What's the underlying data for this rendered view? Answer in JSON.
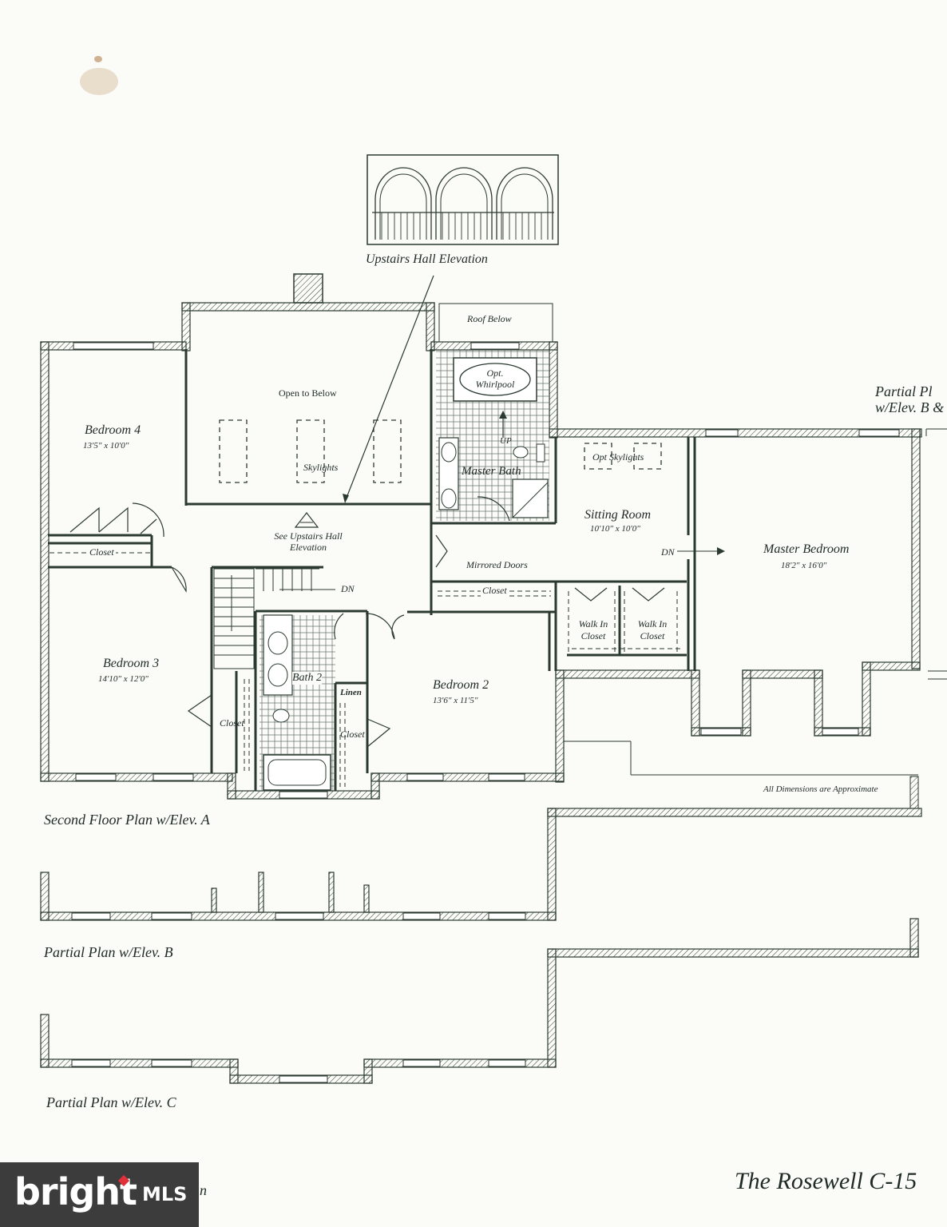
{
  "plan": {
    "hall_elevation_label": "Upstairs Hall Elevation",
    "roof_below": "Roof Below",
    "open_to_below": "Open to Below",
    "skylights": "Skylights",
    "opt_whirlpool": "Opt. Whirlpool",
    "up": "UP",
    "master_bath": "Master Bath",
    "opt_skylights": "Opt Skylights",
    "partial_plan_cut": "Partial Pl\nw/Elev. B &",
    "bedroom4": {
      "name": "Bedroom 4",
      "dim": "13'5\" x 10'0\""
    },
    "bedroom3": {
      "name": "Bedroom 3",
      "dim": "14'10\" x 12'0\""
    },
    "bedroom2": {
      "name": "Bedroom 2",
      "dim": "13'6\" x 11'5\""
    },
    "sitting_room": {
      "name": "Sitting Room",
      "dim": "10'10\" x 10'0\""
    },
    "master_bedroom": {
      "name": "Master Bedroom",
      "dim": "18'2\" x 16'0\""
    },
    "closet": "Closet",
    "closet_bed3": "Closet",
    "closet_bath": "Closet",
    "closet_hall": "Closet",
    "see_upstairs": "See Upstairs Hall Elevation",
    "dn": "DN",
    "dn2": "DN",
    "mirrored_doors": "Mirrored Doors",
    "walk_in_closet_1": "Walk In Closet",
    "walk_in_closet_2": "Walk In Closet",
    "bath2": "Bath 2",
    "linen": "Linen",
    "all_dimensions": "All Dimensions are Approximate",
    "second_floor_caption": "Second Floor Plan w/Elev. A",
    "partial_b_caption": "Partial Plan w/Elev. B",
    "partial_c_caption": "Partial Plan w/Elev. C",
    "bottom_caption_fragment": "n",
    "title": "The Rosewell C-15"
  },
  "logo": {
    "brand": "bright",
    "suffix": "MLS"
  },
  "colors": {
    "ink": "#2b3a30",
    "paper": "#fbfbf8",
    "logo_bg": "#3c3c3c",
    "logo_accent": "#e0303a"
  }
}
